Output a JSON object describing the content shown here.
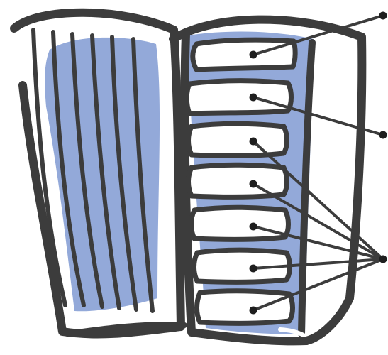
{
  "illustration": {
    "subject": "accordion-clipart",
    "colors": {
      "outline": "#3c3c3c",
      "fill": "#93a9d9",
      "background": "#ffffff"
    },
    "callout_points": [
      "top",
      "second",
      "group"
    ]
  }
}
